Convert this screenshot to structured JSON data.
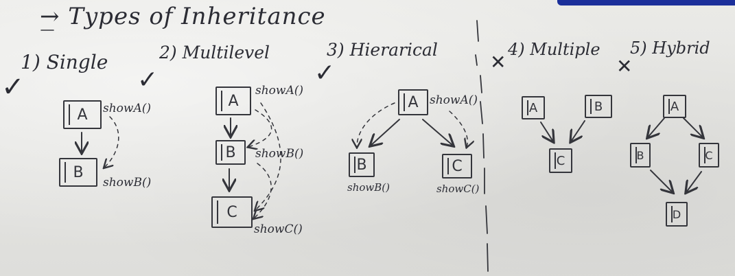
{
  "title": "→ Types of Inheritance",
  "types": [
    {
      "label": "1) Single"
    },
    {
      "label": "2) Multilevel"
    },
    {
      "label": "3) Hierarical"
    },
    {
      "label": "4) Multiple"
    },
    {
      "label": "5) Hybrid"
    }
  ],
  "single": {
    "a": "A",
    "b": "B",
    "a_method": "showA()",
    "b_method": "showB()"
  },
  "multilevel": {
    "a": "A",
    "b": "B",
    "c": "C",
    "a_method": "showA()",
    "b_method": "showB()",
    "c_method": "showC()"
  },
  "hierarchical": {
    "a": "A",
    "b": "B",
    "c": "C",
    "a_method": "showA()",
    "b_method": "showB()",
    "c_method": "showC()"
  },
  "multiple": {
    "a": "A",
    "b": "B",
    "c": "C"
  },
  "hybrid": {
    "a": "A",
    "b": "B",
    "c": "C",
    "d": "D"
  },
  "marks": {
    "check": "✓",
    "cross": "✕"
  },
  "colors": {
    "board": "#e4e4e1",
    "ink": "#2c2d33",
    "banner": "#1b2f9a"
  }
}
